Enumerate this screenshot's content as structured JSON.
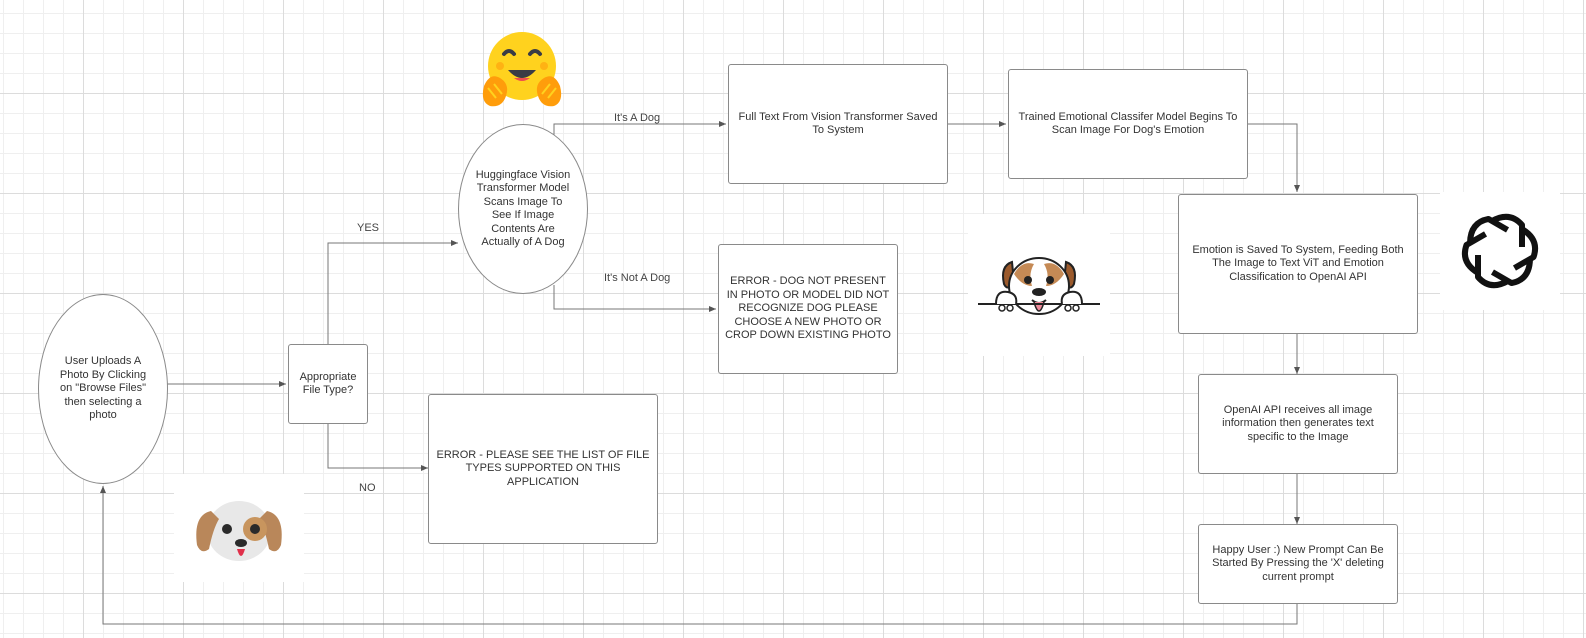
{
  "nodes": {
    "upload": "User Uploads A Photo By Clicking on \"Browse Files\" then selecting a photo",
    "file_type": "Appropriate File Type?",
    "hf_scan": "Huggingface Vision Transformer Model Scans Image To See If Image Contents Are Actually of A Dog",
    "file_error": "ERROR - PLEASE SEE THE LIST OF FILE TYPES SUPPORTED ON THIS APPLICATION",
    "dog_error": "ERROR - DOG NOT PRESENT IN PHOTO OR MODEL DID NOT RECOGNIZE DOG PLEASE CHOOSE A NEW PHOTO OR CROP DOWN EXISTING PHOTO",
    "vit_text": "Full Text From Vision Transformer Saved To System",
    "emotion_classifier": "Trained Emotional Classifer Model Begins To Scan Image For Dog's Emotion",
    "emotion_saved": "Emotion is Saved To System, Feeding Both The Image to Text ViT and Emotion Classification to OpenAI API",
    "openai": "OpenAI API receives all image information then generates text specific to the Image",
    "happy_user": "Happy User :) New Prompt Can Be Started By Pressing the 'X' deleting current prompt"
  },
  "edge_labels": {
    "yes": "YES",
    "no": "NO",
    "is_dog": "It's A Dog",
    "not_dog": "It's Not A Dog"
  },
  "images": {
    "huggingface": "hugging-face-emoji",
    "openai_logo": "openai-logo",
    "cartoon_dog": "peeking-dog-cartoon",
    "dog_emoji": "dog-face-emoji"
  },
  "colors": {
    "line": "#555555",
    "border": "#8a8a8a",
    "hf_yellow": "#FFD21E",
    "hf_orange": "#FF9D0B"
  }
}
